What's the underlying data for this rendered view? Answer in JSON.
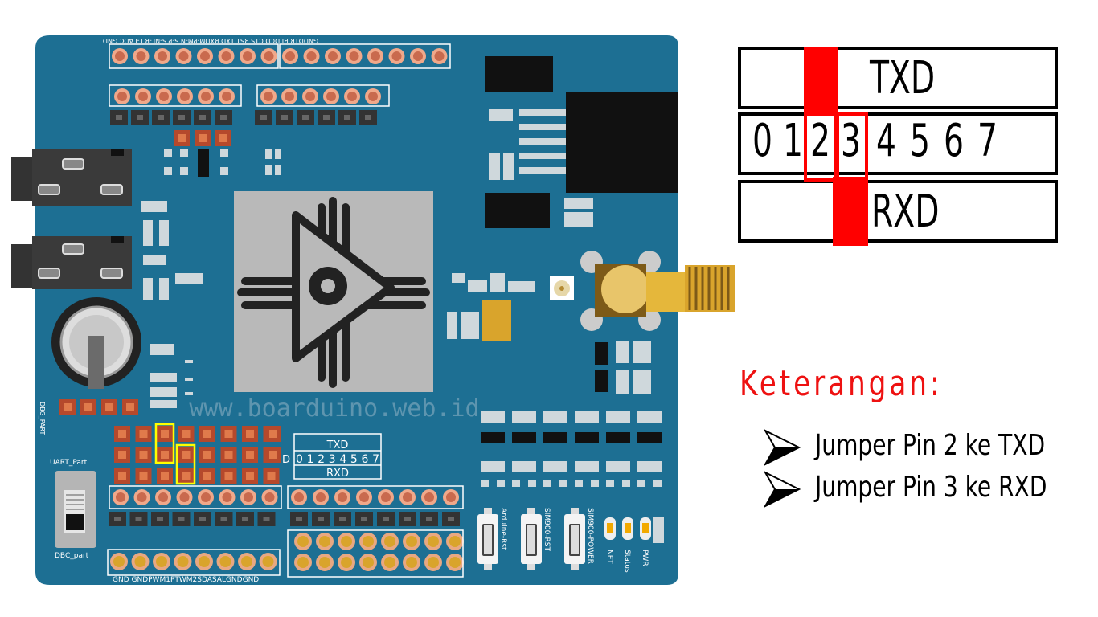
{
  "board": {
    "top_header_label": "GNDDTR RI DCD CTS RST TXD RXDM-PM-N S-P S-NL-R L-LADC GND",
    "bottom_header_label": "GND GNDPWM1PTWM2SDASALGNDGND",
    "watermark": "www.boarduino.web.id",
    "dbg_label": "DBG_PART",
    "uart_label": "UART_Part",
    "dbc_label": "DBC_part",
    "silk_txd": "TXD",
    "silk_pins": "01234567",
    "silk_rxd": "RXD",
    "silk_d": "D",
    "buttons": [
      "Arduine-Rst",
      "SIM900-RST",
      "SIM900-POWER"
    ],
    "leds": [
      "NET",
      "Status",
      "PWR"
    ],
    "colors": {
      "pcb": "#1d6f93",
      "pad": "#c96a4e",
      "header": "#333333",
      "jumper_highlight": "#ffff00"
    }
  },
  "jumper_table": {
    "top": "TXD",
    "pins": [
      "0",
      "1",
      "2",
      "3",
      "4",
      "5",
      "6",
      "7"
    ],
    "bottom": "RXD",
    "highlight_color": "#ff0000"
  },
  "legend": {
    "title": "Keterangan:",
    "items": [
      "Jumper Pin 2 ke TXD",
      "Jumper Pin 3 ke RXD"
    ],
    "title_color": "#ee1111",
    "icon": "arrowhead-icon"
  }
}
